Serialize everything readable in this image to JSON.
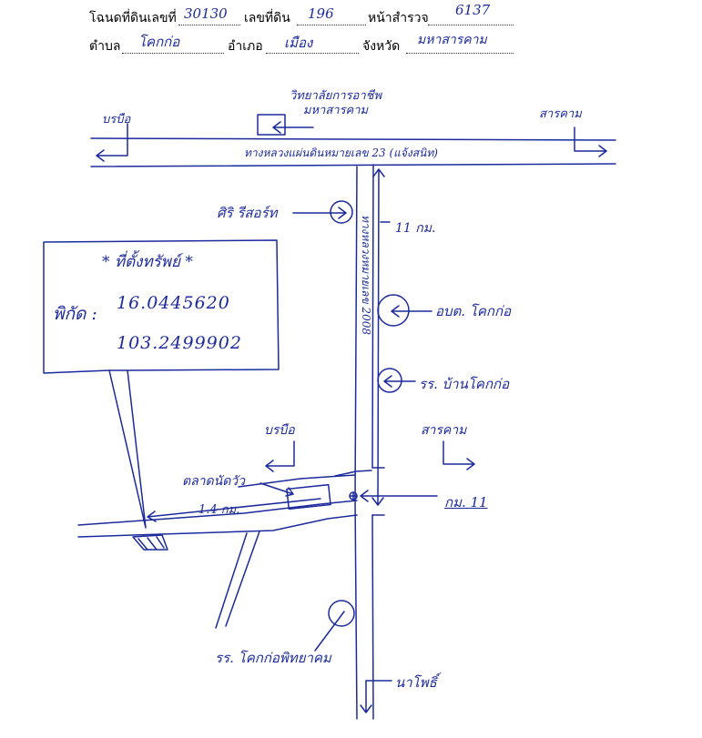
{
  "header": {
    "deed_label": "โฉนดที่ดินเลขที่",
    "deed_no": "30130",
    "parcel_label": "เลขที่ดิน",
    "parcel_no": "196",
    "survey_label": "หน้าสำรวจ",
    "survey_no": "6137",
    "subdistrict_label": "ตำบล",
    "subdistrict": "โคกก่อ",
    "district_label": "อำเภอ",
    "district": "เมือง",
    "province_label": "จังหวัด",
    "province": "มหาสารคาม"
  },
  "map": {
    "college_label": "วิทยาลัยการอาชีพ\nมหาสารคาม",
    "barue_top": "บรบือ",
    "sarakham_top": "สารคาม",
    "highway_label": "ทางหลวงแผ่นดินหมายเลข 23 (แจ้งสนิท)",
    "siri_label": "ศิริ รีสอร์ท",
    "distance_11": "11 กม.",
    "road_2008_label": "ทางหลวงหมายเลข 2008",
    "abt_label": "อบต. โคกก่อ",
    "school1_label": "รร. บ้านโคกก่อ",
    "barue_mid": "บรบือ",
    "sarakham_mid": "สารคาม",
    "cattle_market": "ตลาดนัดวัว",
    "km11": "กม. 11",
    "distance_14": "1.4 กม.",
    "school2_label": "รร. โคกก่อพิทยาคม",
    "na_pho": "นาโพธิ์"
  },
  "callout": {
    "title": "* ที่ตั้งทรัพย์ *",
    "coord_label": "พิกัด :",
    "lat": "16.0445620",
    "lon": "103.2499902"
  },
  "colors": {
    "ink": "#1c2a9c",
    "text": "#000000",
    "paper": "#ffffff"
  }
}
